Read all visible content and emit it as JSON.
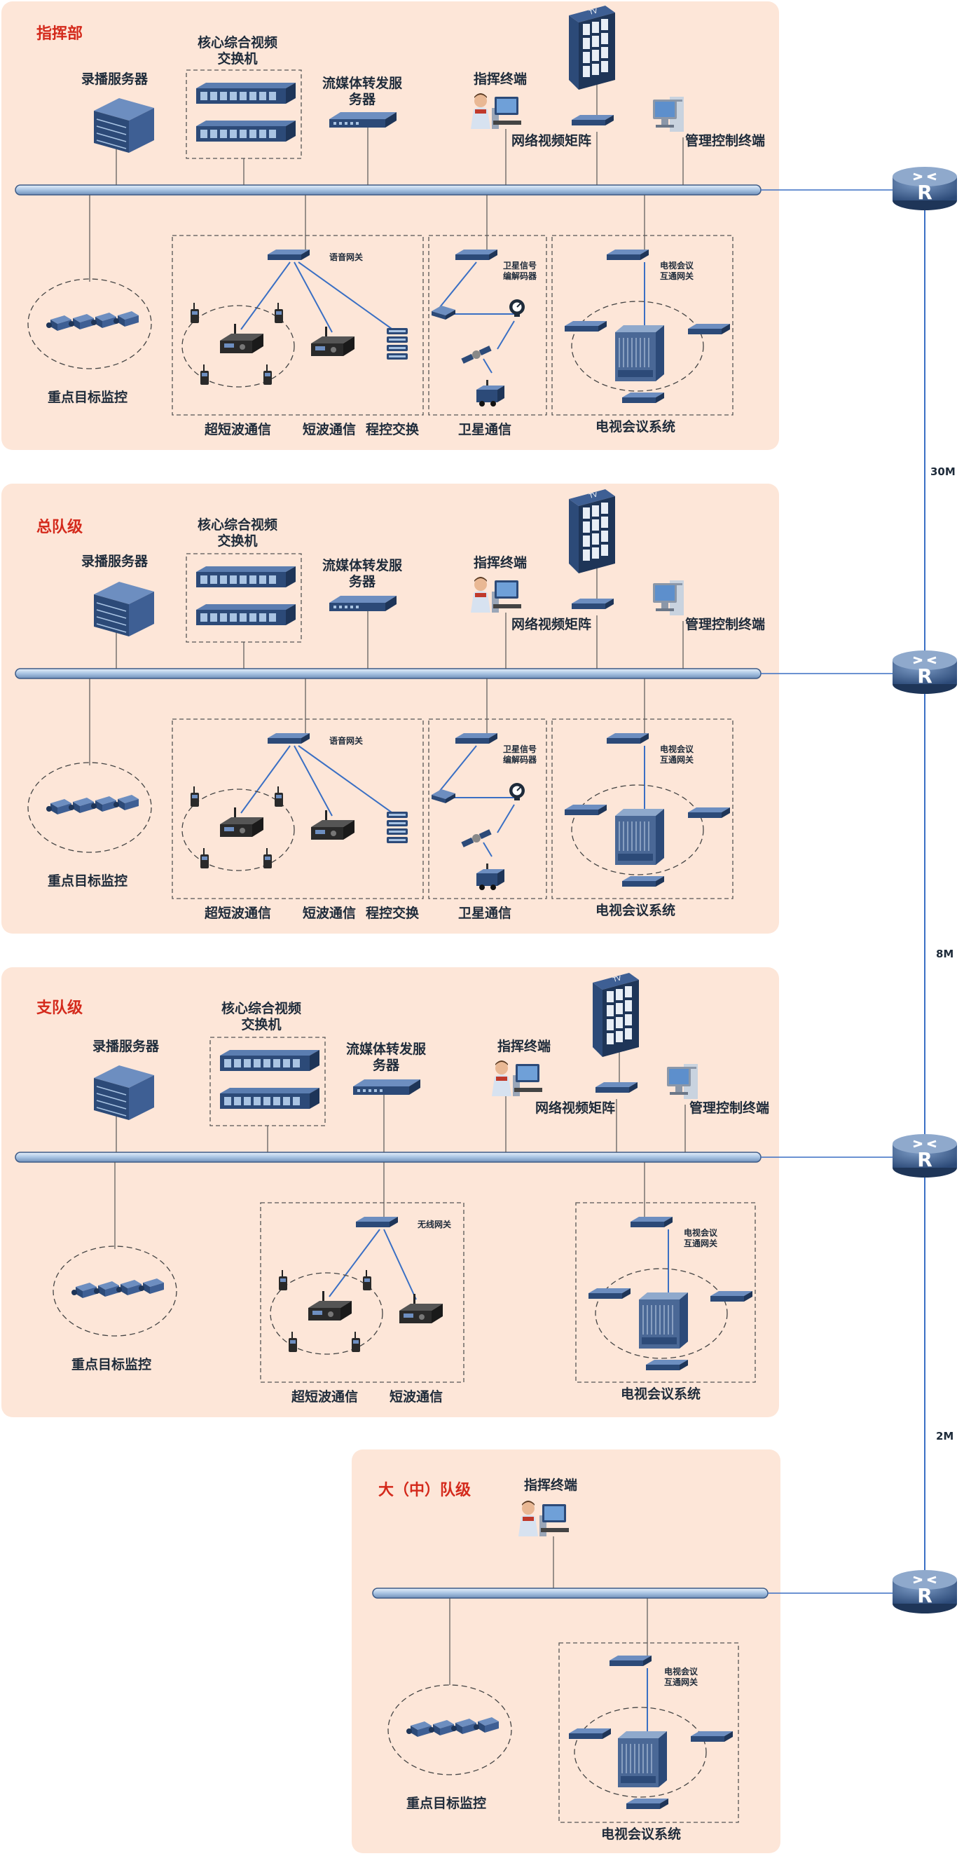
{
  "tiers": [
    {
      "title": "指挥部",
      "labels": {
        "record_server": "录播服务器",
        "core_switch": "核心综合视频\n交换机",
        "stream_server": "流媒体转发服\n务器",
        "command_terminal": "指挥终端",
        "video_matrix": "网络视频矩阵",
        "mgmt_terminal": "管理控制终端",
        "monitor": "重点目标监控",
        "voice_gw": "语音网关",
        "uhf": "超短波通信",
        "hf": "短波通信",
        "pbx": "程控交换",
        "sat_codec": "卫星信号\n编解码器",
        "satellite": "卫星通信",
        "vc_gw": "电视会议\n互通网关",
        "vc_system": "电视会议系统"
      }
    },
    {
      "title": "总队级",
      "labels": {
        "record_server": "录播服务器",
        "core_switch": "核心综合视频\n交换机",
        "stream_server": "流媒体转发服\n务器",
        "command_terminal": "指挥终端",
        "video_matrix": "网络视频矩阵",
        "mgmt_terminal": "管理控制终端",
        "monitor": "重点目标监控",
        "voice_gw": "语音网关",
        "uhf": "超短波通信",
        "hf": "短波通信",
        "pbx": "程控交换",
        "sat_codec": "卫星信号\n编解码器",
        "satellite": "卫星通信",
        "vc_gw": "电视会议\n互通网关",
        "vc_system": "电视会议系统"
      }
    },
    {
      "title": "支队级",
      "labels": {
        "record_server": "录播服务器",
        "core_switch": "核心综合视频\n交换机",
        "stream_server": "流媒体转发服\n务器",
        "command_terminal": "指挥终端",
        "video_matrix": "网络视频矩阵",
        "mgmt_terminal": "管理控制终端",
        "monitor": "重点目标监控",
        "wireless_gw": "无线网关",
        "uhf": "超短波通信",
        "hf": "短波通信",
        "vc_gw": "电视会议\n互通网关",
        "vc_system": "电视会议系统"
      }
    },
    {
      "title": "大（中）队级",
      "labels": {
        "command_terminal": "指挥终端",
        "monitor": "重点目标监控",
        "vc_gw": "电视会议\n互通网关",
        "vc_system": "电视会议系统"
      }
    }
  ],
  "links": {
    "l1": "30M",
    "l2": "8M",
    "l3": "2M"
  },
  "icons": {
    "router": "R",
    "tv": "TV"
  },
  "colors": {
    "panel": "#fde6d8",
    "title": "#d42a1c",
    "device": "#2c4a78",
    "link": "#3a6fc4"
  }
}
